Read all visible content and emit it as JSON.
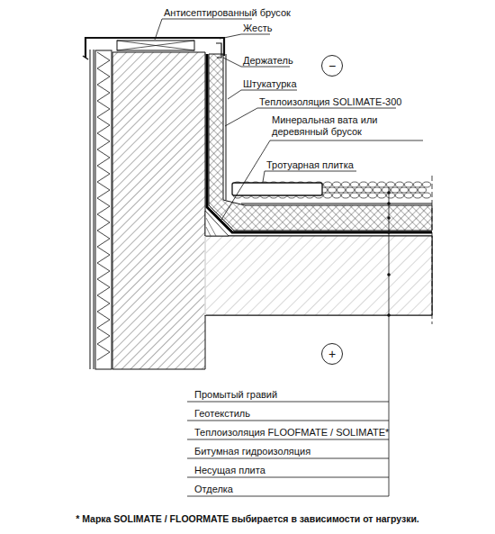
{
  "diagram": {
    "nodes": [
      {
        "text": [
          "−"
        ]
      },
      {
        "text": [
          "+"
        ]
      }
    ],
    "labels": [
      "Антисептированный брусок",
      "Жесть",
      "Держатель",
      "Штукатурка",
      "Теплоизоляция SOLIMATE-300",
      "Минеральная вата или деревянный брусок",
      "Тротуарная плитка",
      "Промытый гравий",
      "Геотекстиль",
      "Теплоизоляция FLOOFMATE / SOLIMATE*",
      "Битумная гидроизоляция",
      "Несущая плита",
      "Отделка",
      "* Марка SOLIMATE / FLOORMATE  выбирается в зависимости от нагрузки."
    ]
  }
}
